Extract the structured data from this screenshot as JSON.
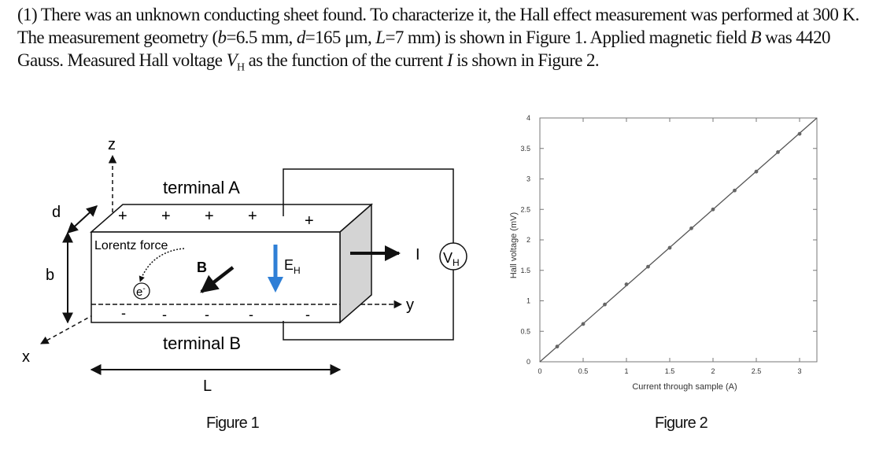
{
  "problem": {
    "t1": "(1) There was an unknown conducting sheet found. To characterize it, the Hall effect measurement was performed at 300 K. The measurement geometry (",
    "b_sym": "b",
    "b_val": "=6.5 mm, ",
    "d_sym": "d",
    "d_val": "=165 μm, ",
    "L_sym": "L",
    "L_val": "=7 mm) is shown in Figure 1. Applied magnetic field ",
    "B_sym": "B",
    "t2": " was 4420 Gauss. Measured Hall voltage ",
    "V_sym": "V",
    "V_sub": "H",
    "t3": " as the function of the current ",
    "I_sym": "I",
    "t4": " is shown in Figure 2."
  },
  "figure1": {
    "caption": "Figure 1",
    "axis_z": "z",
    "axis_x": "x",
    "axis_y": "y",
    "dim_d": "d",
    "dim_b": "b",
    "dim_L": "L",
    "terminal_a": "terminal A",
    "terminal_b": "terminal B",
    "lorentz": "Lorentz force",
    "field_b": "B",
    "field_e": "E",
    "field_e_sub": "H",
    "current": "I",
    "voltmeter": "V",
    "voltmeter_sub": "H",
    "electron": "e",
    "electron_sup": "-",
    "plus": "+",
    "minus": "-"
  },
  "figure2": {
    "caption": "Figure 2"
  },
  "chart_data": {
    "type": "scatter",
    "xlabel": "Current through sample (A)",
    "ylabel": "Hall voltage (mV)",
    "xlim": [
      0,
      3.2
    ],
    "ylim": [
      0,
      4
    ],
    "xticks": [
      0,
      0.5,
      1,
      1.5,
      2,
      2.5,
      3
    ],
    "xtick_labels": [
      "0",
      "0.5",
      "1",
      "1.5",
      "2",
      "2.5",
      "3"
    ],
    "yticks": [
      0,
      0.5,
      1,
      1.5,
      2,
      2.5,
      3,
      3.5,
      4
    ],
    "ytick_labels": [
      "0",
      "0.5",
      "1",
      "1.5",
      "2",
      "2.5",
      "3",
      "3.5",
      "4"
    ],
    "fit_line": {
      "x": [
        0,
        3.2
      ],
      "y": [
        0,
        4.0
      ]
    },
    "series": [
      {
        "x": [
          0.2,
          0.5,
          0.75,
          1.0,
          1.25,
          1.5,
          1.75,
          2.0,
          2.25,
          2.5,
          2.75,
          3.0
        ],
        "y": [
          0.25,
          0.62,
          0.94,
          1.27,
          1.56,
          1.87,
          2.19,
          2.5,
          2.81,
          3.12,
          3.44,
          3.74
        ]
      }
    ],
    "grid": false,
    "legend": "none",
    "colors": {
      "points": "#666666",
      "line": "#555555"
    }
  }
}
